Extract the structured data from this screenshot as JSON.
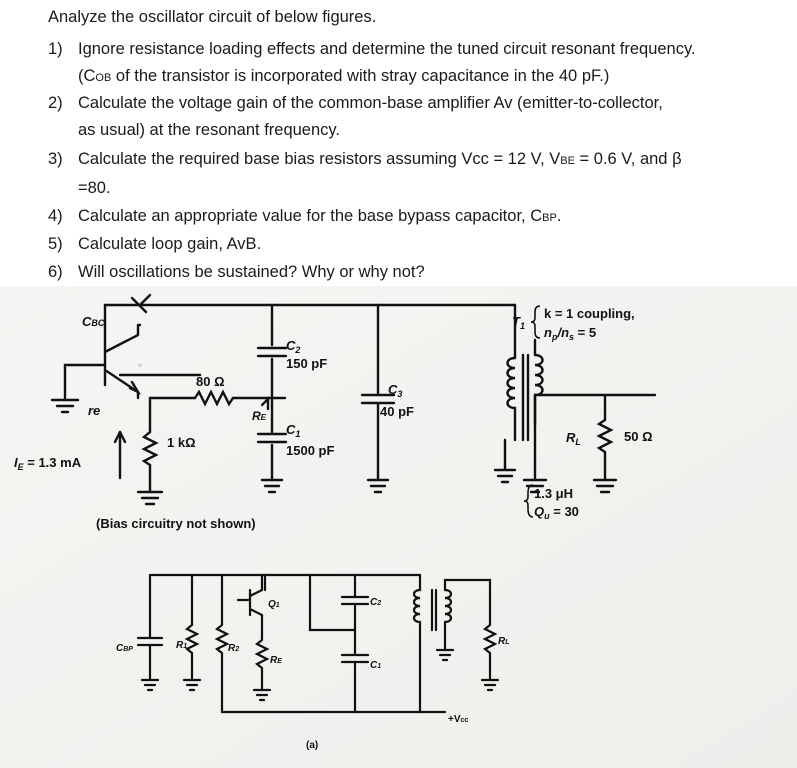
{
  "intro": "Analyze the oscillator circuit of below figures.",
  "questions": [
    {
      "num": "1)",
      "line1": "Ignore resistance loading effects and determine the tuned circuit resonant frequency.",
      "line2_pre": "(C",
      "line2_sub": "OB",
      "line2_post": " of the transistor is incorporated with stray capacitance in the 40 pF.)"
    },
    {
      "num": "2)",
      "line1": "Calculate the voltage gain of the common-base amplifier Av (emitter-to-collector,",
      "line2": "as usual) at the resonant frequency."
    },
    {
      "num": "3)",
      "pre": "Calculate the required base bias resistors assuming Vcc = 12 V, V",
      "sub": "BE",
      "post": " = 0.6 V, and β",
      "line2": "=80."
    },
    {
      "num": "4)",
      "pre": "Calculate an appropriate value for the base bypass capacitor, C",
      "sub": "BP",
      "post": "."
    },
    {
      "num": "5)",
      "text": "Calculate loop gain, AvB."
    },
    {
      "num": "6)",
      "text": "Will oscillations be sustained? Why or why not?"
    }
  ],
  "figure": {
    "cbc": "C",
    "cbc_sub": "BC",
    "c2": "C",
    "c2_sub": "2",
    "c2_val": "150 pF",
    "r80": "80 Ω",
    "re": "re",
    "re_cap": "R",
    "re_cap_sub": "E",
    "r1k": "1 kΩ",
    "ie": "I",
    "ie_sub": "E",
    "ie_val": " = 1.3 mA",
    "c1": "C",
    "c1_sub": "1",
    "c1_val": "1500 pF",
    "c3": "C",
    "c3_sub": "3",
    "c3_val": "40 pF",
    "t1": "T",
    "t1_sub": "1",
    "coupling": "k = 1 coupling,",
    "ratio": "n",
    "ratio_sub1": "p",
    "ratio_mid": "/n",
    "ratio_sub2": "s",
    "ratio_val": " = 5",
    "rl": "R",
    "rl_sub": "L",
    "rl_val": "50 Ω",
    "ind": "1.3 μH",
    "qu": "Q",
    "qu_sub": "u",
    "qu_val": " = 30",
    "bias_note": "(Bias circuitry not shown)",
    "cbp": "C",
    "cbp_sub": "BP",
    "r1": "R",
    "r1_sub": "1",
    "r2": "R",
    "r2_sub": "2",
    "q1": "Q",
    "q1_sub": "1",
    "re2": "R",
    "re2_sub": "E",
    "c2b": "C",
    "c2b_sub": "2",
    "c1b": "C",
    "c1b_sub": "1",
    "rlb": "R",
    "rlb_sub": "L",
    "vcc": "+V",
    "vcc_sub": "cc",
    "caption": "(a)"
  }
}
